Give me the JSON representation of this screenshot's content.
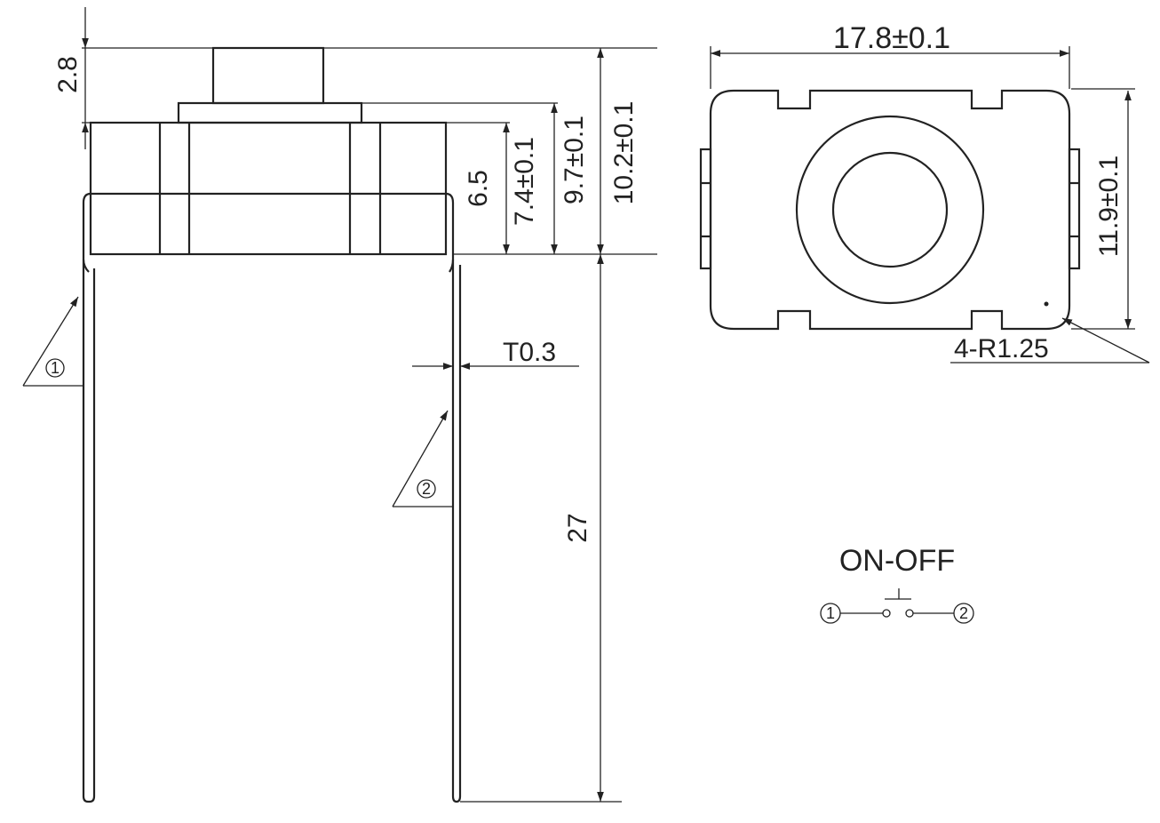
{
  "dimensions": {
    "button_height": "2.8",
    "housing_6_5": "6.5",
    "housing_7_4": "7.4±0.1",
    "housing_9_7": "9.7±0.1",
    "overall_10_2": "10.2±0.1",
    "pin_thickness": "T0.3",
    "pin_length": "27",
    "body_width": "17.8±0.1",
    "body_height": "11.9±0.1",
    "corner_radius": "4-R1.25"
  },
  "pins": {
    "pin1": "1",
    "pin2": "2"
  },
  "schematic": {
    "title": "ON-OFF",
    "pin1": "1",
    "pin2": "2"
  },
  "colors": {
    "line": "#222222",
    "background": "#ffffff"
  }
}
